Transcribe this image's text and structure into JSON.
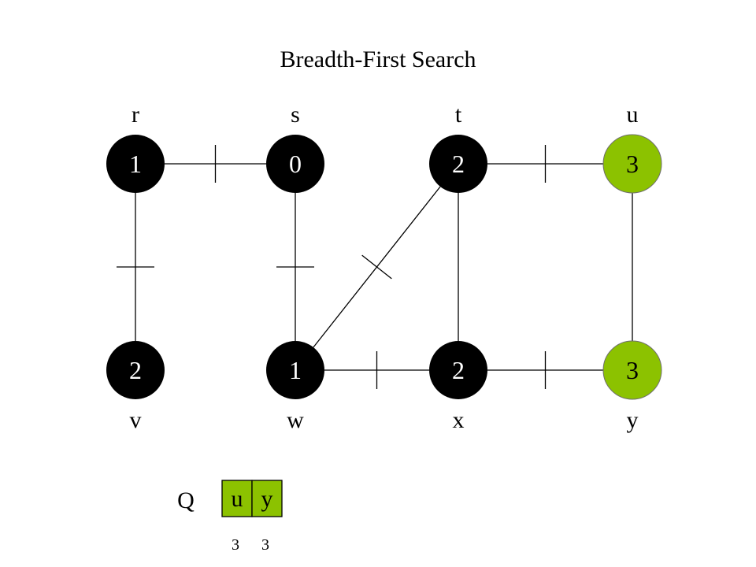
{
  "title": "Breadth-First Search",
  "colors": {
    "visited": "#000000",
    "frontier": "#8cc200",
    "edge": "#000000",
    "node_text_on_dark": "#ffffff",
    "node_text_on_light": "#000000"
  },
  "nodes": {
    "r": {
      "label": "r",
      "distance": "1",
      "state": "visited"
    },
    "s": {
      "label": "s",
      "distance": "0",
      "state": "visited"
    },
    "t": {
      "label": "t",
      "distance": "2",
      "state": "visited"
    },
    "u": {
      "label": "u",
      "distance": "3",
      "state": "frontier"
    },
    "v": {
      "label": "v",
      "distance": "2",
      "state": "visited"
    },
    "w": {
      "label": "w",
      "distance": "1",
      "state": "visited"
    },
    "x": {
      "label": "x",
      "distance": "2",
      "state": "visited"
    },
    "y": {
      "label": "y",
      "distance": "3",
      "state": "frontier"
    }
  },
  "edges": [
    {
      "from": "r",
      "to": "s",
      "tree": true
    },
    {
      "from": "r",
      "to": "v",
      "tree": true
    },
    {
      "from": "s",
      "to": "w",
      "tree": true
    },
    {
      "from": "w",
      "to": "t",
      "tree": true
    },
    {
      "from": "w",
      "to": "x",
      "tree": true
    },
    {
      "from": "t",
      "to": "x",
      "tree": false
    },
    {
      "from": "t",
      "to": "u",
      "tree": true
    },
    {
      "from": "x",
      "to": "y",
      "tree": true
    },
    {
      "from": "u",
      "to": "y",
      "tree": false
    }
  ],
  "queue": {
    "label": "Q",
    "items": [
      {
        "label": "u",
        "distance": "3"
      },
      {
        "label": "y",
        "distance": "3"
      }
    ]
  }
}
